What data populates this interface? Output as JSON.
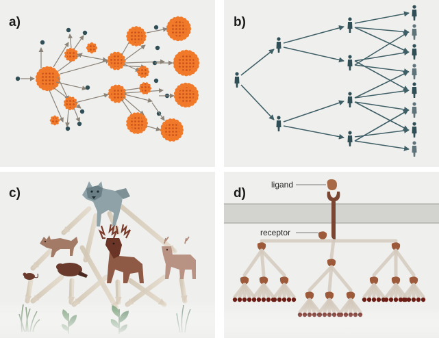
{
  "panels": {
    "a": {
      "label": "a)"
    },
    "b": {
      "label": "b)"
    },
    "c": {
      "label": "c)"
    },
    "d": {
      "label": "d)",
      "ligand_label": "ligand",
      "receptor_label": "receptor"
    }
  },
  "colors": {
    "panel_bg": "#efefed",
    "cell_orange": "#f07a2a",
    "cell_dark": "#c9521c",
    "node_teal": "#2f4e55",
    "arrow_teal": "#3f5f66",
    "membrane": "#d3d3cf",
    "receptor_brown": "#7a4632",
    "molecule_brown": "#9c5a3a",
    "dot_dark": "#6b1d14"
  },
  "icons": [
    "virus-cluster-icon",
    "person-icon",
    "wolf-icon",
    "coyote-icon",
    "elk-icon",
    "deer-icon",
    "beaver-icon",
    "mouse-icon",
    "plant-icon",
    "grass-icon",
    "receptor-icon",
    "ligand-icon"
  ]
}
